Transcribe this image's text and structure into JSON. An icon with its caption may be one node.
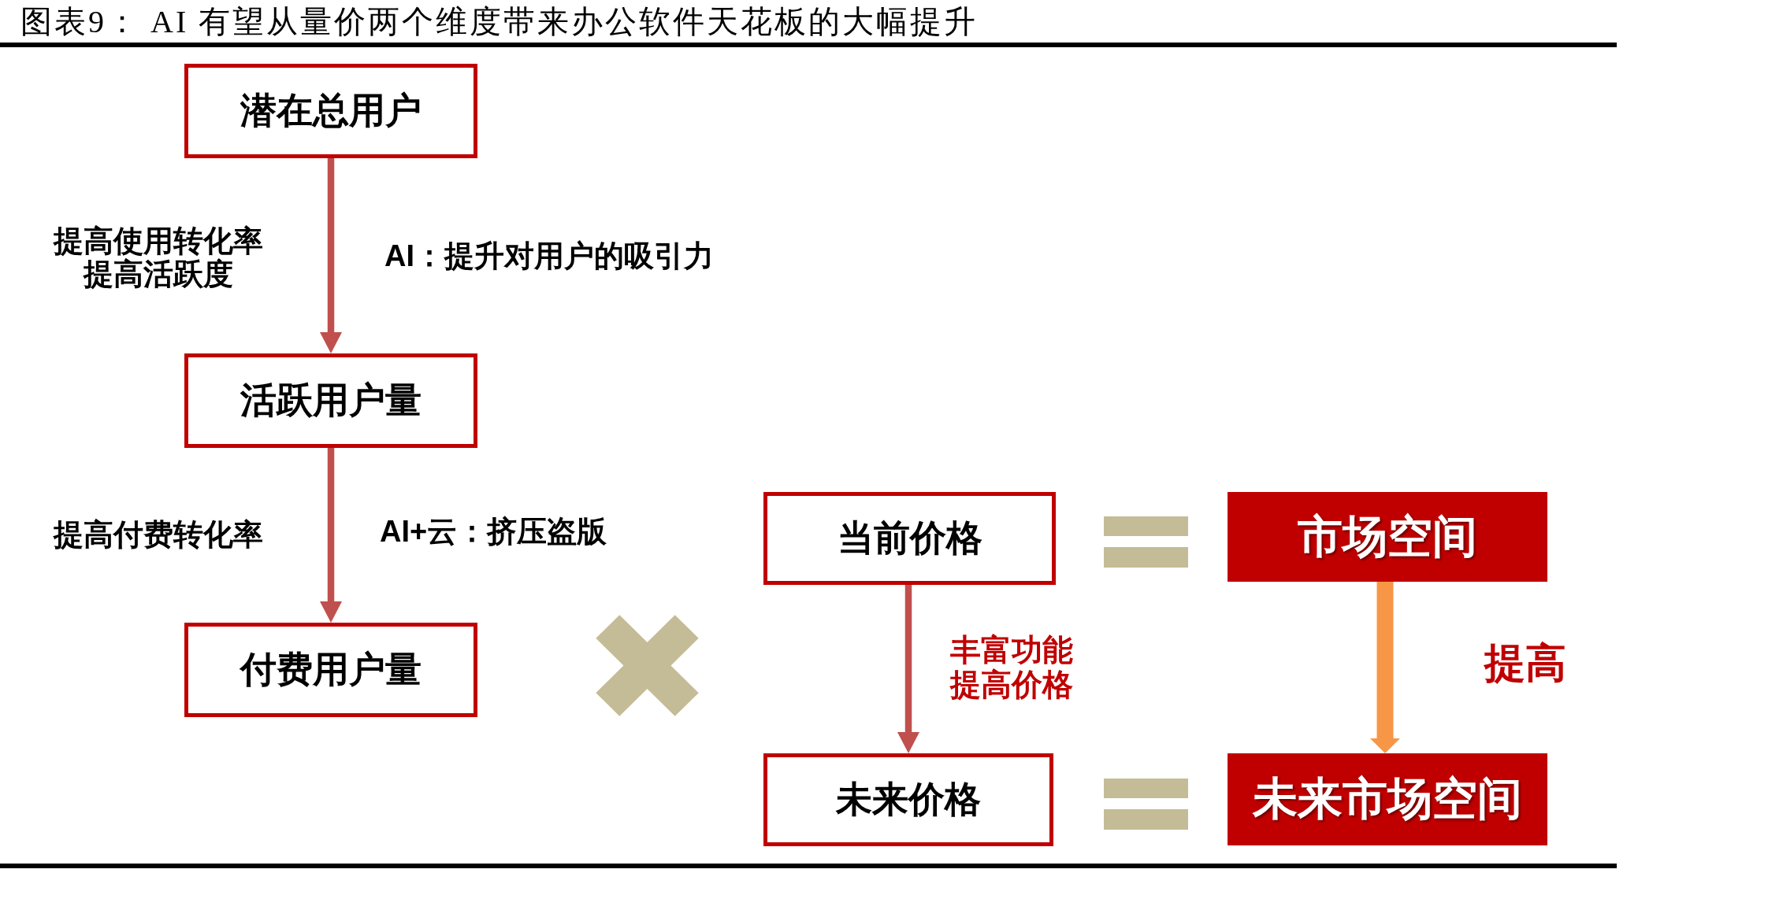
{
  "diagram": {
    "title": "图表9： AI 有望从量价两个维度带来办公软件天花板的大幅提升",
    "nodes": [
      {
        "text": [
          "潜在总用户"
        ]
      },
      {
        "text": [
          "活跃用户量"
        ]
      },
      {
        "text": [
          "付费用户量"
        ]
      },
      {
        "text": [
          "当前价格"
        ]
      },
      {
        "text": [
          "未来价格"
        ]
      },
      {
        "text": [
          "市场空间"
        ]
      },
      {
        "text": [
          "未来市场空间"
        ]
      }
    ],
    "edges": [
      {
        "from": 0,
        "to": 1,
        "arrow": "to"
      },
      {
        "from": 1,
        "to": 2,
        "arrow": "to"
      },
      {
        "from": 3,
        "to": 4,
        "arrow": "to"
      },
      {
        "from": 5,
        "to": 6,
        "arrow": "to",
        "style": "thick",
        "color": "#f79646"
      }
    ],
    "labels": [
      "提高使用转化率提高活跃度",
      "AI：提升对用户的吸引力",
      "提高付费转化率",
      "AI+云：挤压盗版",
      "丰富功能提高价格",
      "提高"
    ]
  }
}
